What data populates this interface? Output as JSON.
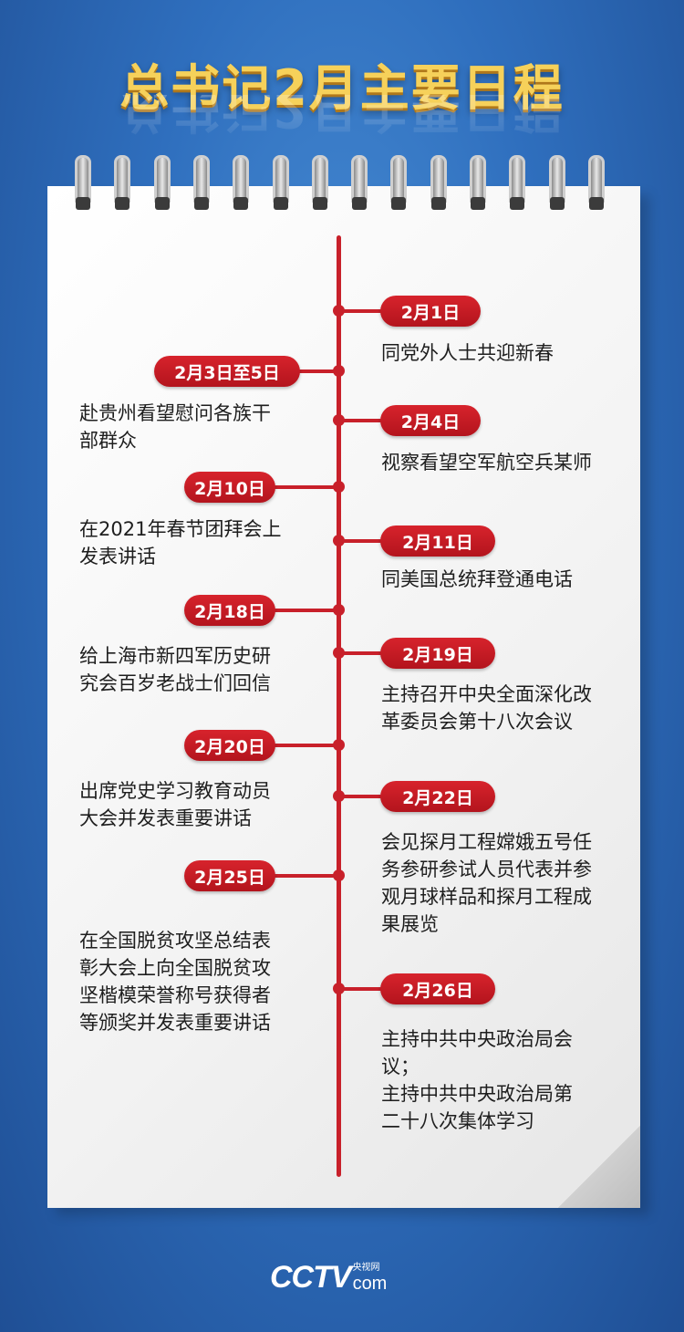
{
  "title": "总书记2月主要日程",
  "accent_color": "#c8202a",
  "title_color": "#f6d15a",
  "events": [
    {
      "date": "2月1日",
      "text": "同党外人士共迎新春"
    },
    {
      "date": "2月3日至5日",
      "text": "赴贵州看望慰问各族干\n部群众"
    },
    {
      "date": "2月4日",
      "text": "视察看望空军航空兵某师"
    },
    {
      "date": "2月10日",
      "text": "在2021年春节团拜会上\n发表讲话"
    },
    {
      "date": "2月11日",
      "text": "同美国总统拜登通电话"
    },
    {
      "date": "2月18日",
      "text": "给上海市新四军历史研\n究会百岁老战士们回信"
    },
    {
      "date": "2月19日",
      "text": "主持召开中央全面深化改\n革委员会第十八次会议"
    },
    {
      "date": "2月20日",
      "text": "出席党史学习教育动员\n大会并发表重要讲话"
    },
    {
      "date": "2月22日",
      "text": "会见探月工程嫦娥五号任\n务参研参试人员代表并参\n观月球样品和探月工程成\n果展览"
    },
    {
      "date": "2月25日",
      "text": "在全国脱贫攻坚总结表\n彰大会上向全国脱贫攻\n坚楷模荣誉称号获得者\n等颁奖并发表重要讲话"
    },
    {
      "date": "2月26日",
      "text": "主持中共中央政治局会\n议；\n主持中共中央政治局第\n二十八次集体学习"
    }
  ],
  "logo": {
    "brand": "CCTV",
    "cn": "央视网",
    "suffix": "com"
  }
}
